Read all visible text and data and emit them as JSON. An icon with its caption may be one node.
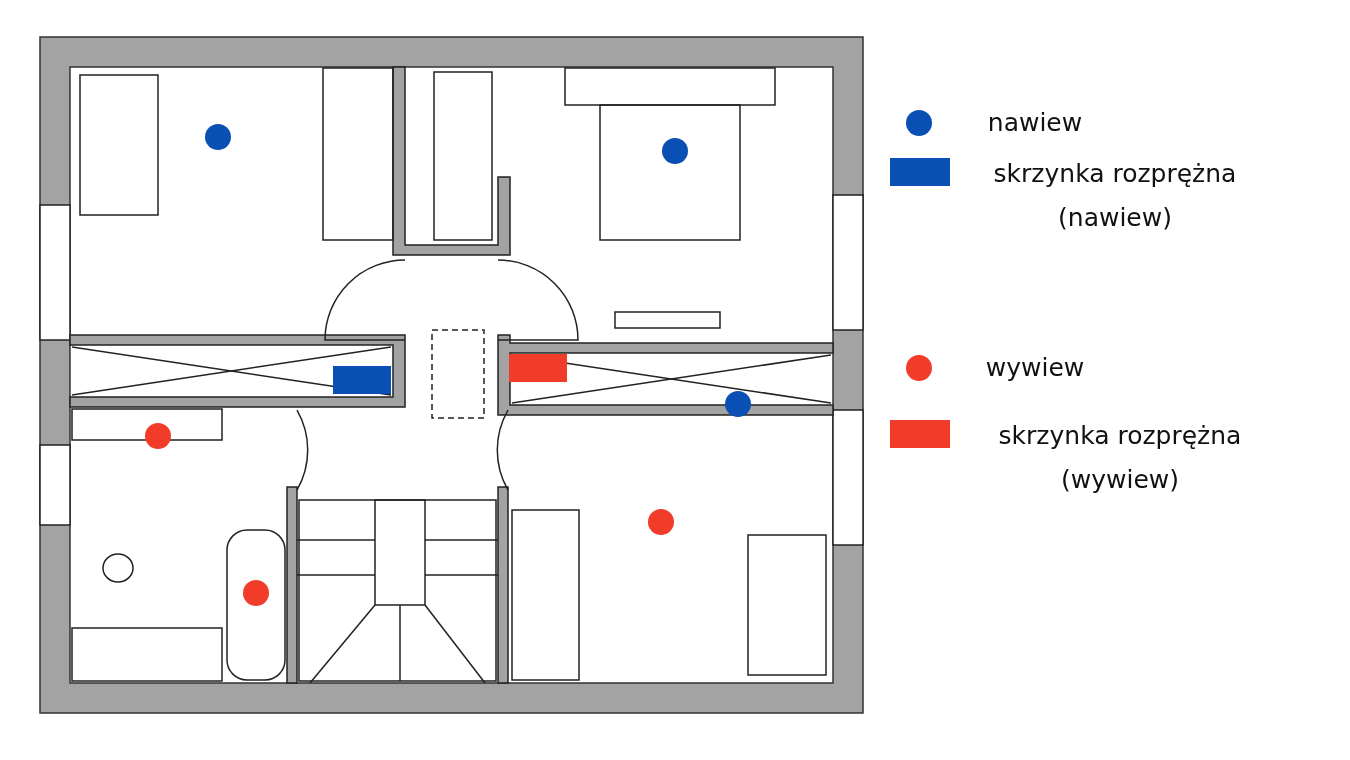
{
  "diagram": {
    "legend": [
      {
        "text": "nawiew",
        "color": "#0a4fb4"
      },
      {
        "text": "skrzynka rozprężna (nawiew)",
        "color": "#0a4fb4"
      },
      {
        "text": "wywiew",
        "color": "#f03c28"
      },
      {
        "text": "skrzynka rozprężna (wywiew)",
        "color": "#f03c28"
      }
    ]
  }
}
